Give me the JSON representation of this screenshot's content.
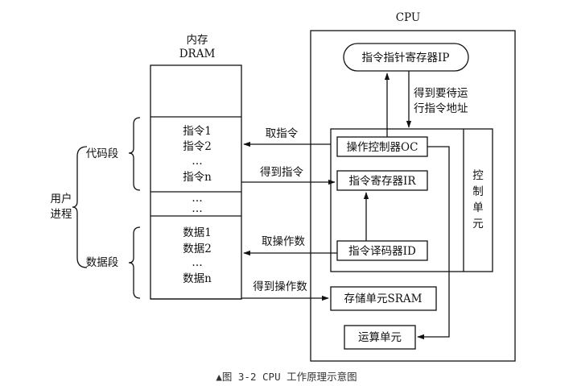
{
  "memory": {
    "title_line1": "内存",
    "title_line2": "DRAM",
    "instructions": [
      "指令1",
      "指令2",
      "…",
      "指令n"
    ],
    "gap": [
      "…",
      "…"
    ],
    "data_items": [
      "数据1",
      "数据2",
      "…",
      "数据n"
    ]
  },
  "process": {
    "label_line1": "用户",
    "label_line2": "进程",
    "code_segment": "代码段",
    "data_segment": "数据段"
  },
  "cpu": {
    "title": "CPU",
    "ip_register": "指令指针寄存器IP",
    "next_address_line1": "得到要待运",
    "next_address_line2": "行指令地址",
    "operation_controller": "操作控制器OC",
    "instruction_register": "指令寄存器IR",
    "instruction_decoder": "指令译码器ID",
    "control_unit": [
      "控",
      "制",
      "单",
      "元"
    ],
    "storage_unit": "存储单元SRAM",
    "alu": "运算单元"
  },
  "arrows": {
    "fetch_instruction": "取指令",
    "got_instruction": "得到指令",
    "fetch_operand": "取操作数",
    "got_operand": "得到操作数"
  },
  "caption": "▲图 3-2  CPU 工作原理示意图"
}
